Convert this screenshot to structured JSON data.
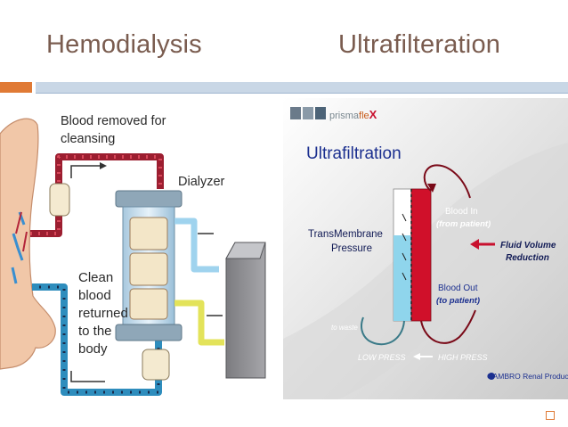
{
  "slide": {
    "title_left": "Hemodialysis",
    "title_right": "Ultrafilteration"
  },
  "hemo": {
    "label_removed_1": "Blood removed for",
    "label_removed_2": "cleansing",
    "label_dialyzer": "Dialyzer",
    "label_clean_1": "Clean",
    "label_clean_2": "blood",
    "label_clean_3": "returned",
    "label_clean_4": "to the",
    "label_clean_5": "body"
  },
  "uf": {
    "logo_prefix": "prisma",
    "logo_flex": "fle",
    "logo_x": "X",
    "heading": "Ultrafiltration",
    "tmp_1": "TransMembrane",
    "tmp_2": "Pressure",
    "blood_in": "Blood In",
    "from_patient": "(from patient)",
    "fluid_1": "Fluid Volume",
    "fluid_2": "Reduction",
    "blood_out": "Blood Out",
    "to_patient": "(to patient)",
    "to_waste": "to waste",
    "low_press": "LOW PRESS",
    "high_press": "HIGH PRESS",
    "brand": "GAMBRO Renal Products"
  },
  "colors": {
    "title": "#7a5c4f",
    "accent_orange": "#e07a35",
    "accent_blue": "#c9d7e6",
    "blood_red": "#b3253a",
    "clean_blue": "#5ab4dc",
    "uf_heading": "#1b2f8f",
    "uf_red": "#c8102e"
  }
}
